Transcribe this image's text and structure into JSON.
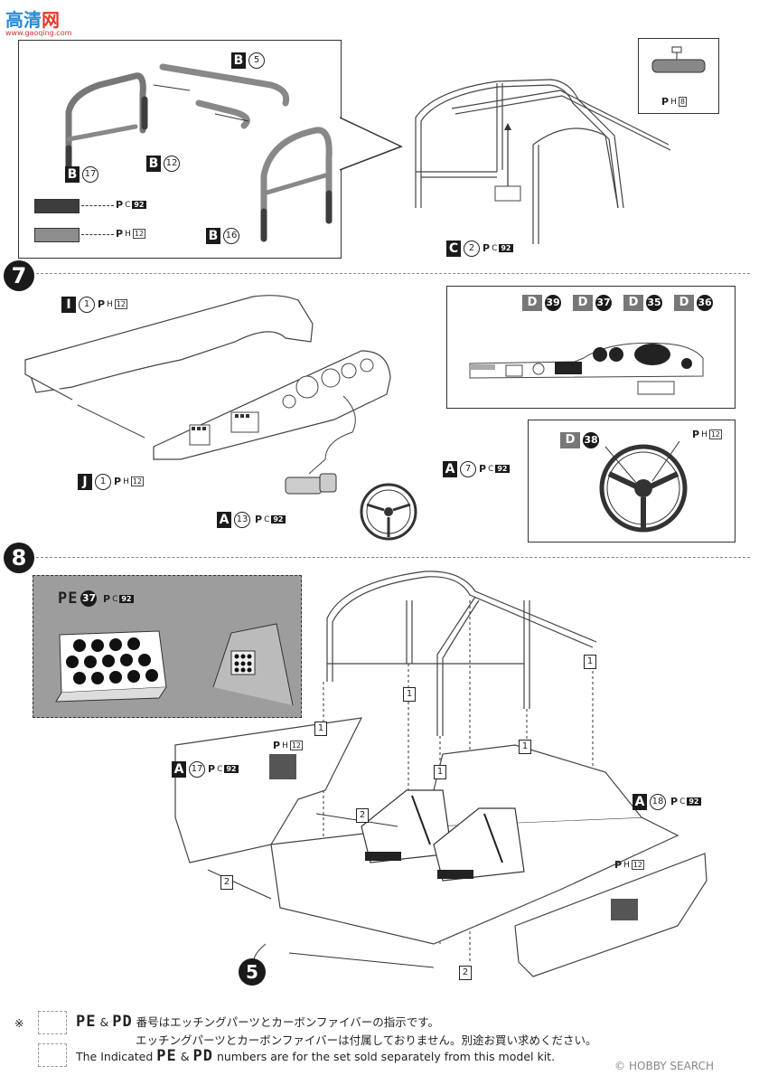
{
  "header_logo": {
    "text": "高清",
    "suffix": "网",
    "url": "www.gaoqing.com"
  },
  "step6": {
    "parts": {
      "b5": {
        "letter": "B",
        "num": "5"
      },
      "b12": {
        "letter": "B",
        "num": "12"
      },
      "b17": {
        "letter": "B",
        "num": "17"
      },
      "b16": {
        "letter": "B",
        "num": "16"
      },
      "c2": {
        "letter": "C",
        "num": "2",
        "paint": "92"
      },
      "ph8": {
        "num": "8"
      }
    },
    "legend": [
      {
        "color": "#3d3d3d",
        "code": "92",
        "kind": "Pc"
      },
      {
        "color": "#8d8d8d",
        "code": "12",
        "kind": "PH"
      }
    ]
  },
  "step7": {
    "number": "7",
    "parts": {
      "i1": {
        "letter": "I",
        "num": "1",
        "paint": "12"
      },
      "j1": {
        "letter": "J",
        "num": "1",
        "paint": "12"
      },
      "a7": {
        "letter": "A",
        "num": "7",
        "paint": "92"
      },
      "a13": {
        "letter": "A",
        "num": "13",
        "paint": "92"
      }
    },
    "decals": [
      "39",
      "37",
      "35",
      "36"
    ],
    "wheel_decal": "38",
    "wheel_paint": "12"
  },
  "step8": {
    "number": "8",
    "pe_part": {
      "label": "PE",
      "num": "37",
      "paint": "92"
    },
    "parts": {
      "a17": {
        "letter": "A",
        "num": "17",
        "paint": "92"
      },
      "a18": {
        "letter": "A",
        "num": "18",
        "paint": "92"
      },
      "ph12_left": "12",
      "ph12_right": "12"
    },
    "pin_label": "1",
    "arrow_label": "2",
    "sub_step": "5"
  },
  "footer": {
    "mark": "※",
    "pe_label": "PE",
    "pd_label": "PD",
    "amp": "&",
    "jp_line1": "番号はエッチングパーツとカーボンファイバーの指示です。",
    "jp_line2": "エッチングパーツとカーボンファイバーは付属しておりません。別途お買い求めください。",
    "en_prefix": "The Indicated",
    "en_suffix": "numbers are for the set sold separately from this model kit.",
    "watermark": "HOBBY SEARCH"
  }
}
